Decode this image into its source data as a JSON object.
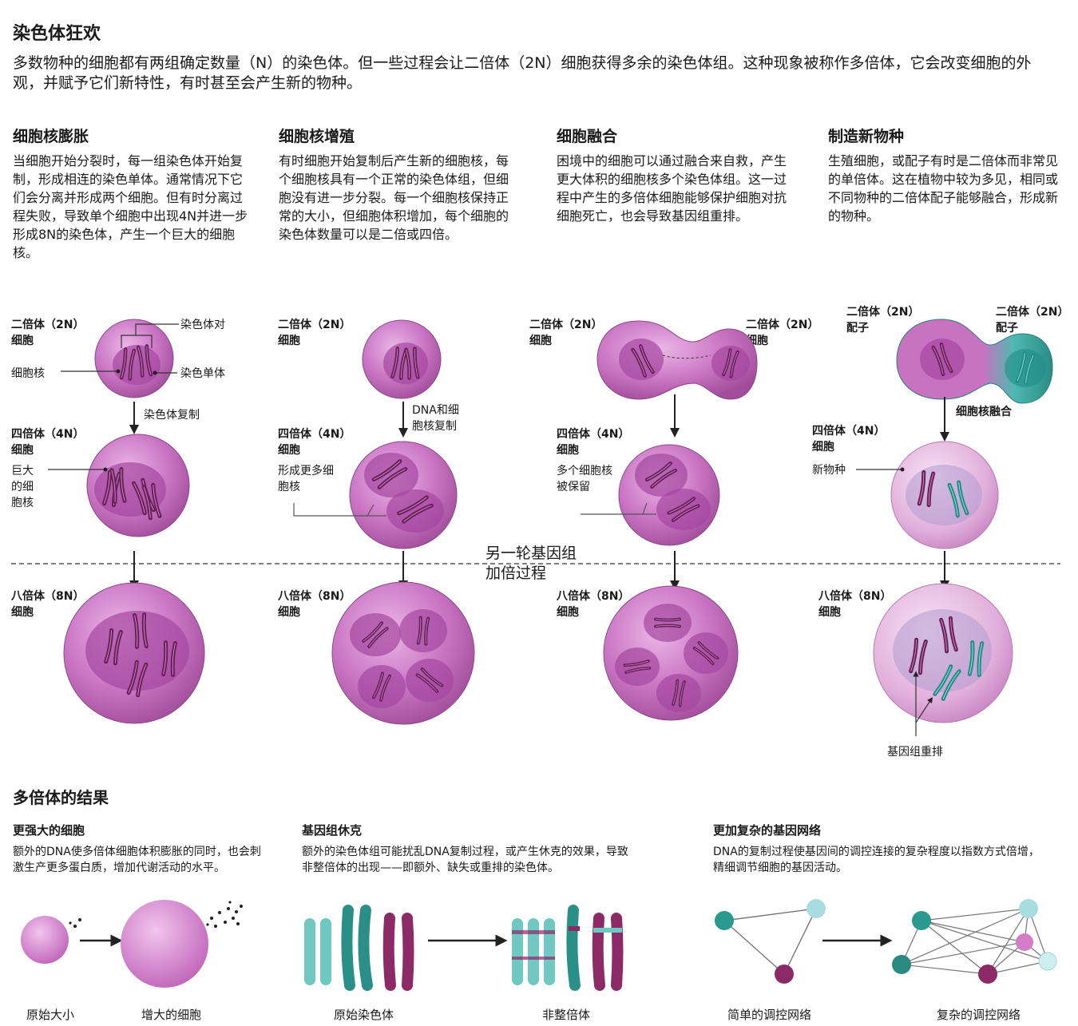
{
  "header": {
    "title": "染色体狂欢",
    "intro": "多数物种的细胞都有两组确定数量（N）的染色体。但一些过程会让二倍体（2N）细胞获得多余的染色体组。这种现象被称作多倍体，它会改变细胞的外观，并赋予它们新特性，有时甚至会产生新的物种。"
  },
  "columns": [
    {
      "title": "细胞核膨胀",
      "text": "当细胞开始分裂时，每一组染色体开始复制，形成相连的染色单体。通常情况下它们会分离并形成两个细胞。但有时分离过程失败，导致单个细胞中出现4N并进一步形成8N的染色体，产生一个巨大的细胞核。"
    },
    {
      "title": "细胞核增殖",
      "text": "有时细胞开始复制后产生新的细胞核，每个细胞核具有一个正常的染色体组，但细胞没有进一步分裂。每一个细胞核保持正常的大小，但细胞体积增加，每个细胞的染色体数量可以是二倍或四倍。"
    },
    {
      "title": "细胞融合",
      "text": "困境中的细胞可以通过融合来自救，产生更大体积的细胞核多个染色体组。这一过程中产生的多倍体细胞能够保护细胞对抗细胞死亡，也会导致基因组重排。"
    },
    {
      "title": "制造新物种",
      "text": "生殖细胞，或配子有时是二倍体而非常见的单倍体。这在植物中较为多见，相同或不同物种的二倍体配子能够融合，形成新的物种。"
    }
  ],
  "diagram": {
    "diploid_cell": "二倍体（2N）\n细胞",
    "diploid_gamete": "二倍体（2N）\n配子",
    "tetraploid_cell": "四倍体（4N）\n细胞",
    "octoploid_cell": "八倍体（8N）\n细胞",
    "chromosome_pair": "染色体对",
    "nucleus": "细胞核",
    "chromatid": "染色单体",
    "chromosome_replication": "染色体复制",
    "dna_cell_replication": "DNA和细\n胞核复制",
    "giant_nucleus": "巨大\n的细\n胞核",
    "more_nuclei": "形成更多细\n胞核",
    "nuclei_kept": "多个细胞核\n被保留",
    "nucleus_fusion": "细胞核融合",
    "new_species": "新物种",
    "another_round": "另一轮基因组\n加倍过程",
    "genome_rearrangement": "基因组重排"
  },
  "results": {
    "title": "多倍体的结果",
    "items": [
      {
        "title": "更强大的细胞",
        "text": "额外的DNA使多倍体细胞体积膨胀的同时，也会刺激生产更多蛋白质，增加代谢活动的水平。",
        "caption_left": "原始大小",
        "caption_right": "增大的细胞"
      },
      {
        "title": "基因组休克",
        "text": "额外的染色体组可能扰乱DNA复制过程，或产生休克的效果，导致非整倍体的出现——即额外、缺失或重排的染色体。",
        "caption_left": "原始染色体",
        "caption_right": "非整倍体"
      },
      {
        "title": "更加复杂的基因网络",
        "text": "DNA的复制过程使基因间的调控连接的复杂程度以指数方式倍增，精细调节细胞的基因活动。",
        "caption_left": "简单的调控网络",
        "caption_right": "复杂的调控网络"
      }
    ]
  },
  "colors": {
    "cell": "#c872c2",
    "nucleus": "#a4479f",
    "chromosome": "#6a1e5a",
    "teal": "#2f9f98",
    "magenta": "#8b2a66"
  }
}
